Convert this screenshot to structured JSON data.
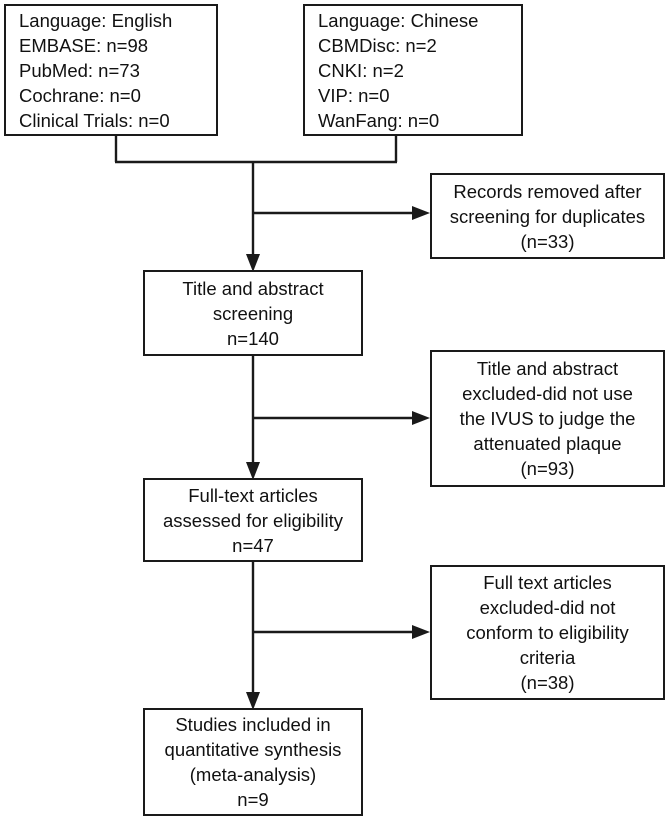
{
  "diagram": {
    "title": "PRISMA study selection flow diagram",
    "type": "flowchart",
    "accent_color": "#1a1a1a",
    "background_color": "#ffffff"
  },
  "sources": {
    "english": {
      "lines": [
        "Language: English",
        "EMBASE: n=98",
        "PubMed: n=73",
        "Cochrane: n=0",
        "Clinical Trials: n=0"
      ]
    },
    "chinese": {
      "lines": [
        "Language: Chinese",
        "CBMDisc: n=2",
        "CNKI: n=2",
        "VIP: n=0",
        "WanFang: n=0"
      ]
    }
  },
  "flow": {
    "screening": {
      "lines": [
        "Title and abstract",
        "screening",
        "n=140"
      ]
    },
    "fulltext": {
      "lines": [
        "Full-text articles",
        "assessed for eligibility",
        "n=47"
      ]
    },
    "included": {
      "lines": [
        "Studies included in",
        "quantitative synthesis",
        "(meta-analysis)",
        "n=9"
      ]
    }
  },
  "exclusions": {
    "duplicates": {
      "lines": [
        "Records removed after",
        "screening for duplicates",
        "(n=33)"
      ]
    },
    "title_abstract": {
      "lines": [
        "Title and abstract",
        "excluded-did not use",
        "the IVUS to judge the",
        "attenuated plaque",
        "(n=93)"
      ]
    },
    "full_text": {
      "lines": [
        "Full text articles",
        "excluded-did not",
        "conform to eligibility",
        "criteria",
        "(n=38)"
      ]
    }
  }
}
